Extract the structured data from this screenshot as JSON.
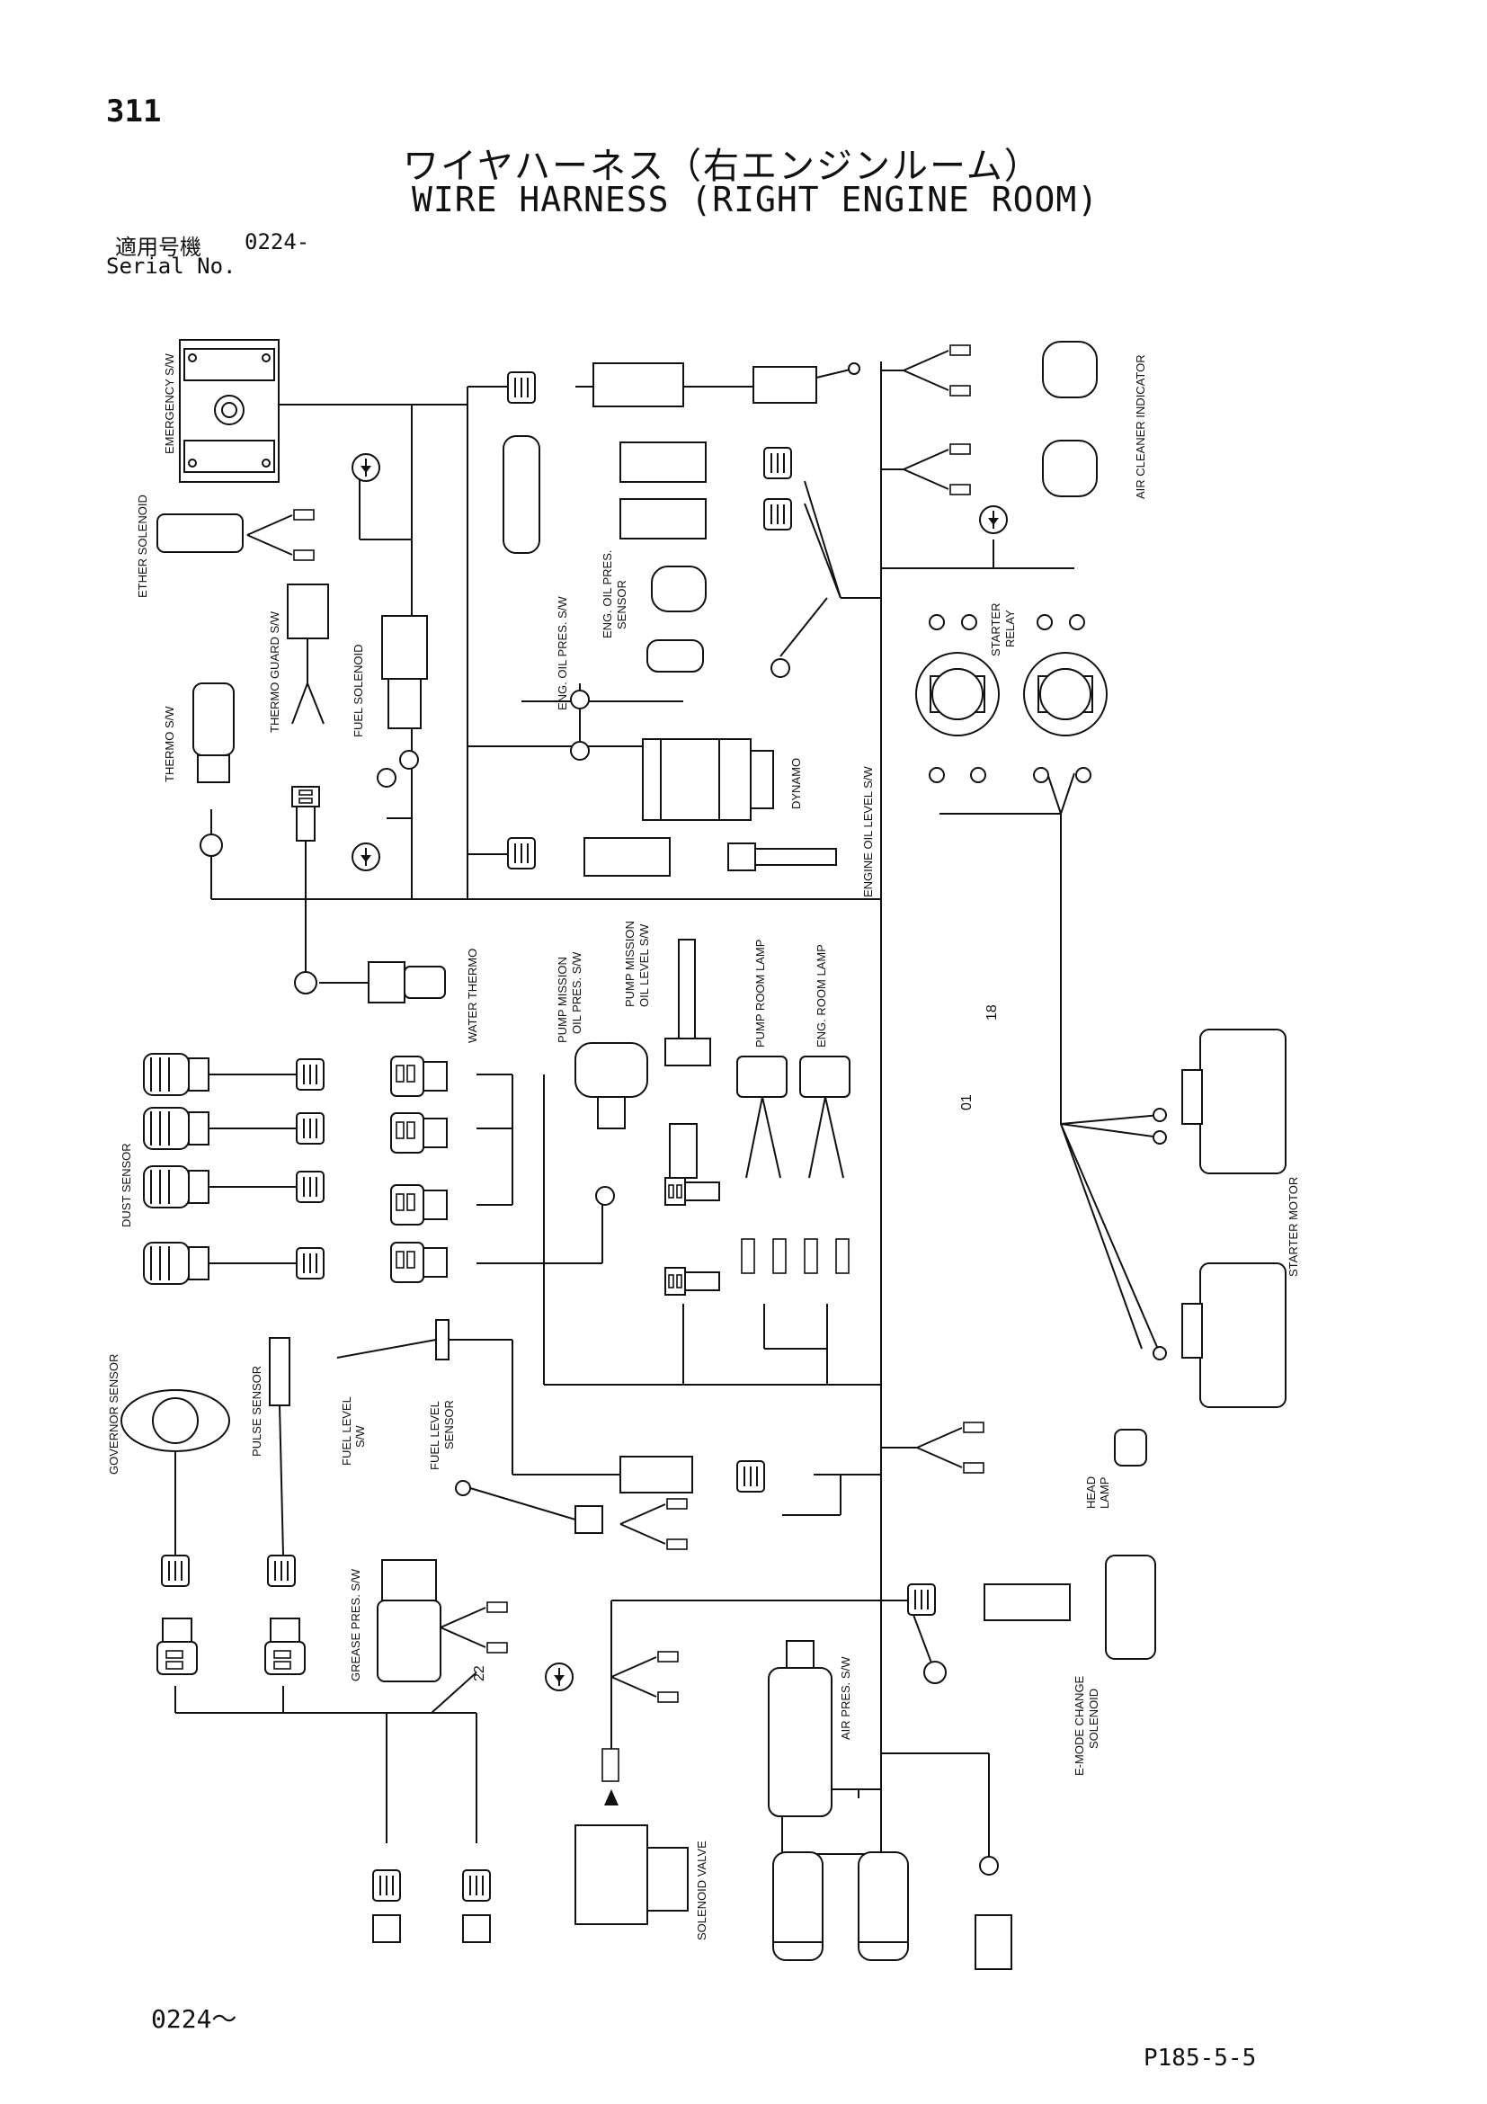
{
  "header": {
    "page_number": "311",
    "title_ja": "ワイヤハーネス（右エンジンルーム）",
    "title_en": "WIRE HARNESS (RIGHT ENGINE ROOM)",
    "serial_label_ja": "適用号機",
    "serial_label_en": "Serial No.",
    "serial_number": "0224-"
  },
  "labels": {
    "emergency_sw": "EMERGENCY S/W",
    "ether_solenoid": "ETHER SOLENOID",
    "thermo_guard_sw": "THERMO GUARD S/W",
    "fuel_solenoid": "FUEL SOLENOID",
    "thermo_sw": "THERMO S/W",
    "eng_oil_pres_sw": "ENG. OIL PRES. S/W",
    "eng_oil_pres_sensor_1": "ENG. OIL PRES.",
    "eng_oil_pres_sensor_2": "SENSOR",
    "air_cleaner_indicator": "AIR CLEANER INDICATOR",
    "starter_relay_1": "STARTER",
    "starter_relay_2": "RELAY",
    "dynamo": "DYNAMO",
    "engine_oil_level_sw": "ENGINE OIL LEVEL S/W",
    "water_thermo": "WATER THERMO",
    "pump_mission_oil_pres_1": "PUMP MISSION",
    "pump_mission_oil_pres_2": "OIL PRES. S/W",
    "pump_mission_oil_level_1": "PUMP MISSION",
    "pump_mission_oil_level_2": "OIL LEVEL S/W",
    "pump_room_lamp": "PUMP ROOM LAMP",
    "eng_room_lamp": "ENG. ROOM LAMP",
    "harness_18": "18",
    "harness_01": "01",
    "harness_22": "22",
    "dust_sensor": "DUST SENSOR",
    "starter_motor": "STARTER MOTOR",
    "governor_sensor": "GOVERNOR SENSOR",
    "pulse_sensor": "PULSE SENSOR",
    "fuel_level_sw_1": "FUEL LEVEL",
    "fuel_level_sw_2": "S/W",
    "fuel_level_sensor_1": "FUEL LEVEL",
    "fuel_level_sensor_2": "SENSOR",
    "head_lamp_1": "HEAD",
    "head_lamp_2": "LAMP",
    "grease_pres_sw": "GREASE PRES. S/W",
    "air_pres_sw": "AIR PRES. S/W",
    "e_mode_1": "E-MODE CHANGE",
    "e_mode_2": "SOLENOID",
    "solenoid_valve": "SOLENOID VALVE"
  },
  "footer": {
    "left": "0224～",
    "right": "P185-5-5"
  }
}
